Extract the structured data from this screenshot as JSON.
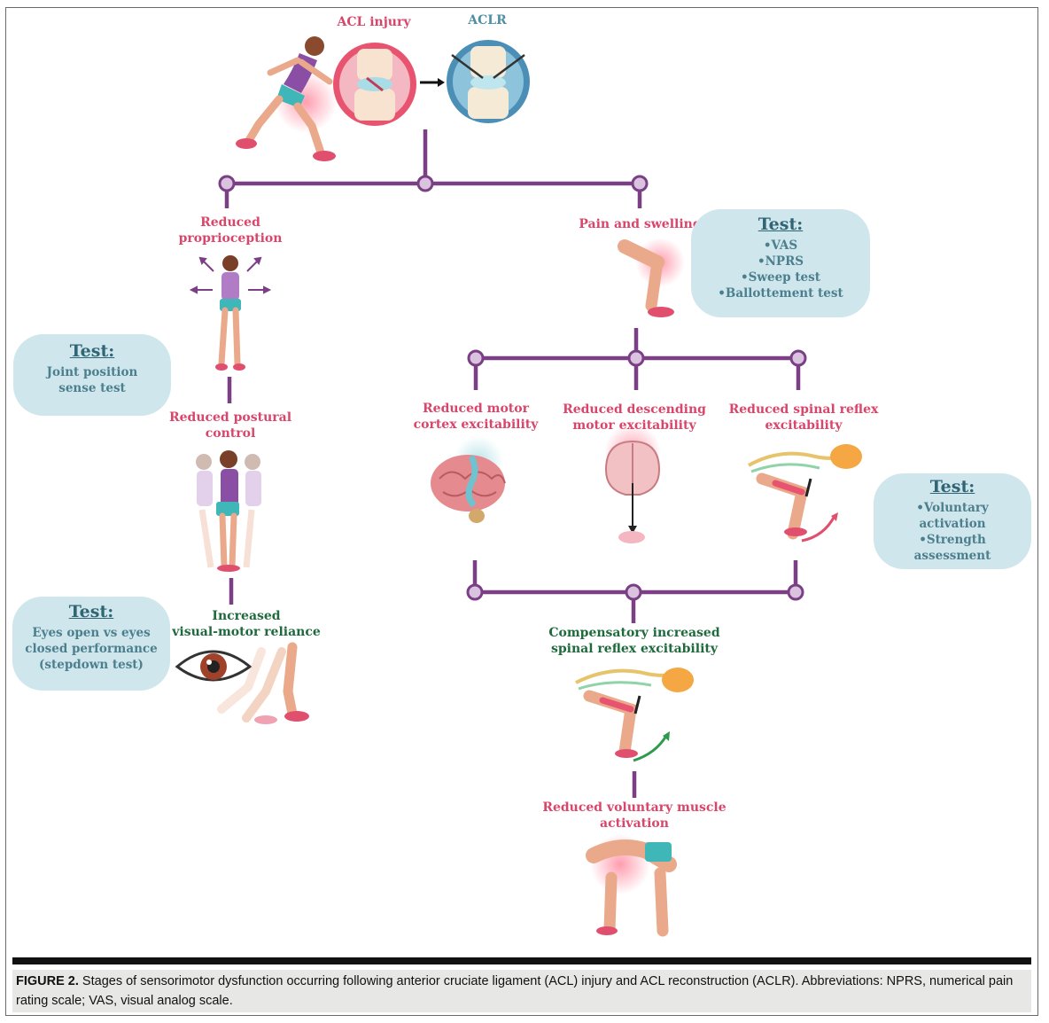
{
  "labels": {
    "acl_injury": "ACL injury",
    "aclr": "ACLR",
    "reduced_proprioception": [
      "Reduced",
      "proprioception"
    ],
    "pain_swelling": "Pain and swelling",
    "reduced_postural_control": [
      "Reduced postural",
      "control"
    ],
    "increased_visual_motor": [
      "Increased",
      "visual-motor reliance"
    ],
    "reduced_motor_cortex": [
      "Reduced motor",
      "cortex excitability"
    ],
    "reduced_descending": [
      "Reduced descending",
      "motor excitability"
    ],
    "reduced_spinal_reflex": [
      "Reduced spinal reflex",
      "excitability"
    ],
    "compensatory": [
      "Compensatory increased",
      "spinal reflex excitability"
    ],
    "reduced_voluntary": [
      "Reduced voluntary muscle",
      "activation"
    ]
  },
  "tests": {
    "pain": {
      "heading": "Test:",
      "lines": [
        "•VAS",
        "•NPRS",
        "•Sweep test",
        "•Ballottement test"
      ]
    },
    "proprioception": {
      "heading": "Test:",
      "lines": [
        "Joint position",
        "sense test"
      ]
    },
    "visual": {
      "heading": "Test:",
      "lines": [
        "Eyes open vs eyes",
        "closed performance",
        "(stepdown test)"
      ]
    },
    "voluntary": {
      "heading": "Test:",
      "lines": [
        "•Voluntary",
        "activation",
        "•Strength",
        "assessment"
      ]
    }
  },
  "caption": {
    "label": "FIGURE 2.",
    "text": " Stages of sensorimotor dysfunction occurring following anterior cruciate ligament (ACL) injury and ACL reconstruction (ACLR). Abbreviations: NPRS, numerical pain rating scale; VAS, visual analog scale."
  },
  "colors": {
    "connector": "#7b3f86",
    "node_fill": "#d9c3de",
    "pink_text": "#d8466b",
    "green_text": "#1e6a3c",
    "test_bg": "#cfe6ec"
  },
  "icons": [
    "runner-illustration",
    "knee-injury-icon",
    "knee-reconstruction-icon",
    "arrow-right-icon",
    "person-balance-illustration",
    "knee-pain-illustration",
    "postural-sway-illustration",
    "eye-icon",
    "legs-stepdown-illustration",
    "brain-icon",
    "brain-section-icon",
    "spinal-reflex-illustration",
    "leg-muscle-illustration"
  ]
}
